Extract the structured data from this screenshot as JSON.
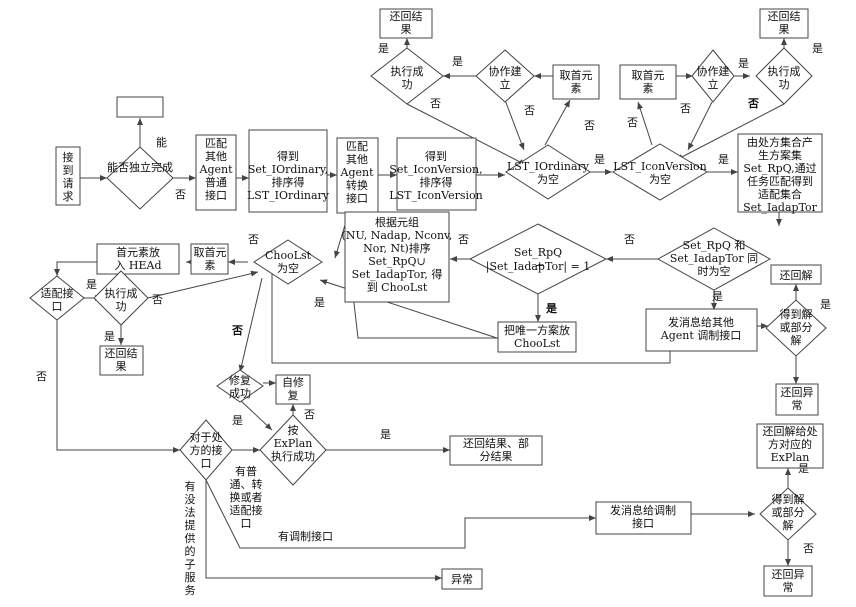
{
  "nodes": {
    "receive": "接到请求",
    "empty_box": "",
    "independent": "能否独立完成",
    "match_ordinary": "匹配其他Agent普通接口",
    "set_iordinary": "得到Set_IOrdinary,排序得LST_IOrdinary",
    "match_convert": "匹配其他Agent转换接口",
    "set_iconversion": "得到Set_IconVersion,排序得LST_IconVersion",
    "lst_iordinary_empty": "LST_IOrdinary为空",
    "lst_iconversion_empty": "LST_IconVersion为空",
    "take_first_left": "取首元素",
    "collab_left": "协作建立",
    "exec_left": "执行成功",
    "return_top_left": "还回结果",
    "take_first_right": "取首元素",
    "collab_right": "协作建立",
    "exec_right": "执行成功",
    "return_top_right": "还回结果",
    "set_rpq_box": "由处方集合产生方案集Set_RpQ,通过任务匹配得到适配集合Set_IadapTor",
    "both_empty": "Set_RpQ和Set_IadapTor同时为空",
    "count_eq_1": "|Set_RpQ| + |Set_IadapTor| = 1",
    "sort_tuple": "根据元组(NU, Nadap, Nconv, Nor, Nt)排序Set_RpQ∪Set_IadapTor,得到ChooLst",
    "put_unique": "把唯一方案放ChooLst",
    "send_other": "发消息给其他Agent调制接口",
    "got_solution_right": "得到解或部分解",
    "return_solution": "还回解",
    "return_exception_right": "还回异常",
    "choolst_empty": "ChooLst为空",
    "take_first_mid": "取首元素",
    "put_head": "首元素放入HEAd",
    "adapter_iface": "适配接口",
    "exec_mid": "执行成功",
    "return_result_mid": "还回结果",
    "repair_ok": "修复成功",
    "self_repair": "自修复",
    "explan_exec": "按ExPlan执行成功",
    "for_iface": "对于处方的接口",
    "return_partial": "还回结果、部分结果",
    "send_modulate": "发消息给调制接口",
    "got_solution_bottom": "得到解或部分解",
    "return_to_explan": "还回解给处方对应的ExPlan",
    "return_exception_bottom": "还回异常",
    "exception": "异常"
  },
  "edge_labels": {
    "can": "能",
    "no": "否",
    "yes": "是",
    "no_bold": "否",
    "yes_bold": "是",
    "ordinary_convert_adapter": "有普通、转换或者适配接口",
    "modulate_iface": "有调制接口",
    "no_service": "有没法提供的子服务"
  }
}
